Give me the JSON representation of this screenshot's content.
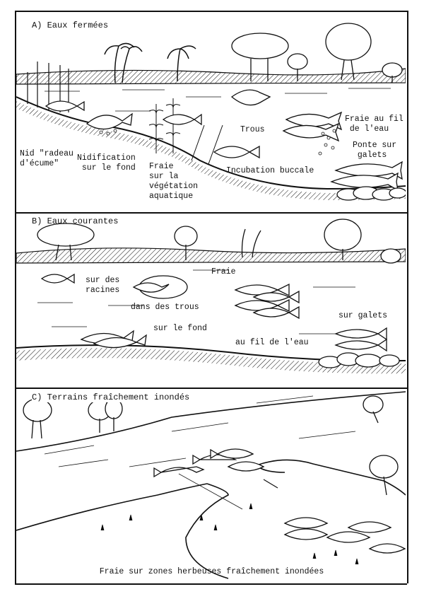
{
  "figure": {
    "panels": [
      {
        "id": "A",
        "title": "A) Eaux fermées",
        "labels": {
          "nid_radeau": "Nid \"radeau\nd'écume\"",
          "nidification": "Nidification\n sur le fond",
          "fraie_vegetation": "Fraie\nsur la\nvégétation\naquatique",
          "trous": "Trous",
          "incubation": "Incubation buccale",
          "fraie_fil": "Fraie au fil\n de l'eau",
          "ponte_galets": "Ponte sur\n galets"
        }
      },
      {
        "id": "B",
        "title": "B) Eaux courantes",
        "labels": {
          "fraie": "Fraie",
          "racines": "sur des\nracines",
          "trous": "dans des trous",
          "fond": "sur le fond",
          "fil_eau": "au fil de l'eau",
          "galets": "sur galets"
        }
      },
      {
        "id": "C",
        "title": "C) Terrains fraîchement inondés",
        "caption": "Fraie sur zones herbeuses fraîchement inondées"
      }
    ],
    "colors": {
      "ink": "#111111",
      "paper": "#ffffff"
    }
  }
}
